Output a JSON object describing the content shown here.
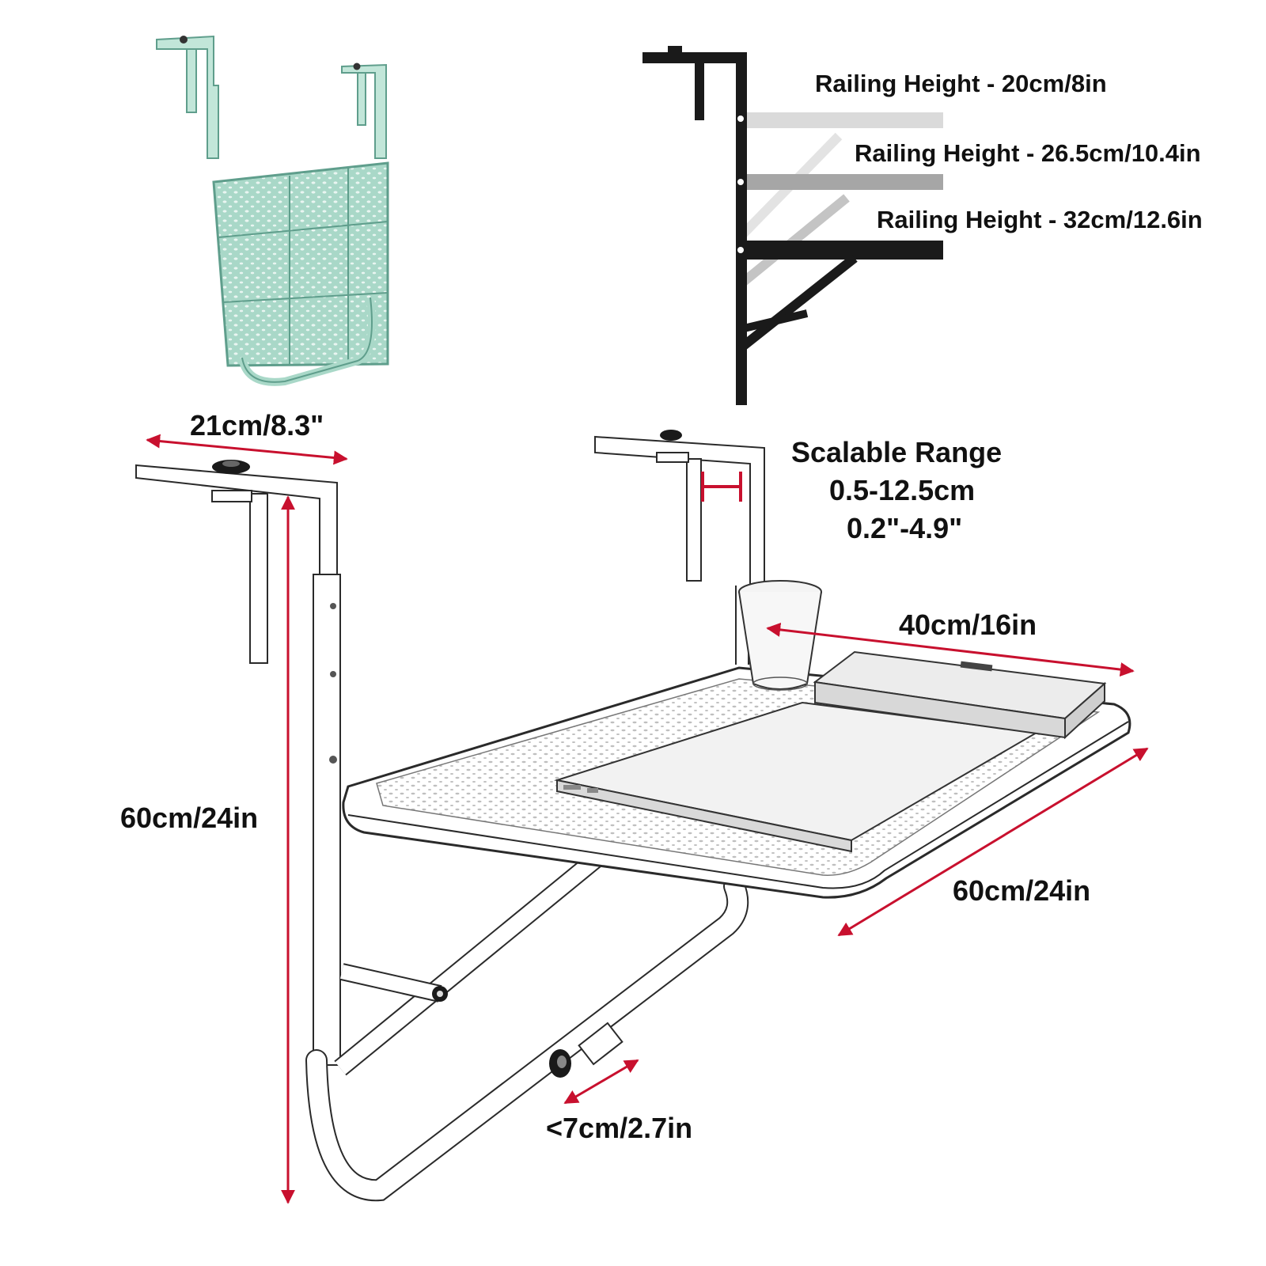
{
  "labels": {
    "railing_height_1": "Railing Height - 20cm/8in",
    "railing_height_2": "Railing Height - 26.5cm/10.4in",
    "railing_height_3": "Railing Height - 32cm/12.6in",
    "scalable_range_title": "Scalable Range",
    "scalable_range_cm": "0.5-12.5cm",
    "scalable_range_in": "0.2\"-4.9\"",
    "hook_width": "21cm/8.3\"",
    "total_height": "60cm/24in",
    "table_depth": "40cm/16in",
    "table_width": "60cm/24in",
    "bracket_gap": "<7cm/2.7in"
  },
  "colors": {
    "dimension_arrow": "#c8102e",
    "mint_product": "#a9d8c8",
    "mint_outline": "#5f9e8c",
    "dark_bracket": "#1a1a1a",
    "grey_mid": "#9a9a9a",
    "grey_light": "#d2d2d2"
  },
  "icons": {
    "arrow": "double-headed-arrow",
    "knob": "adjustment-knob-icon"
  }
}
